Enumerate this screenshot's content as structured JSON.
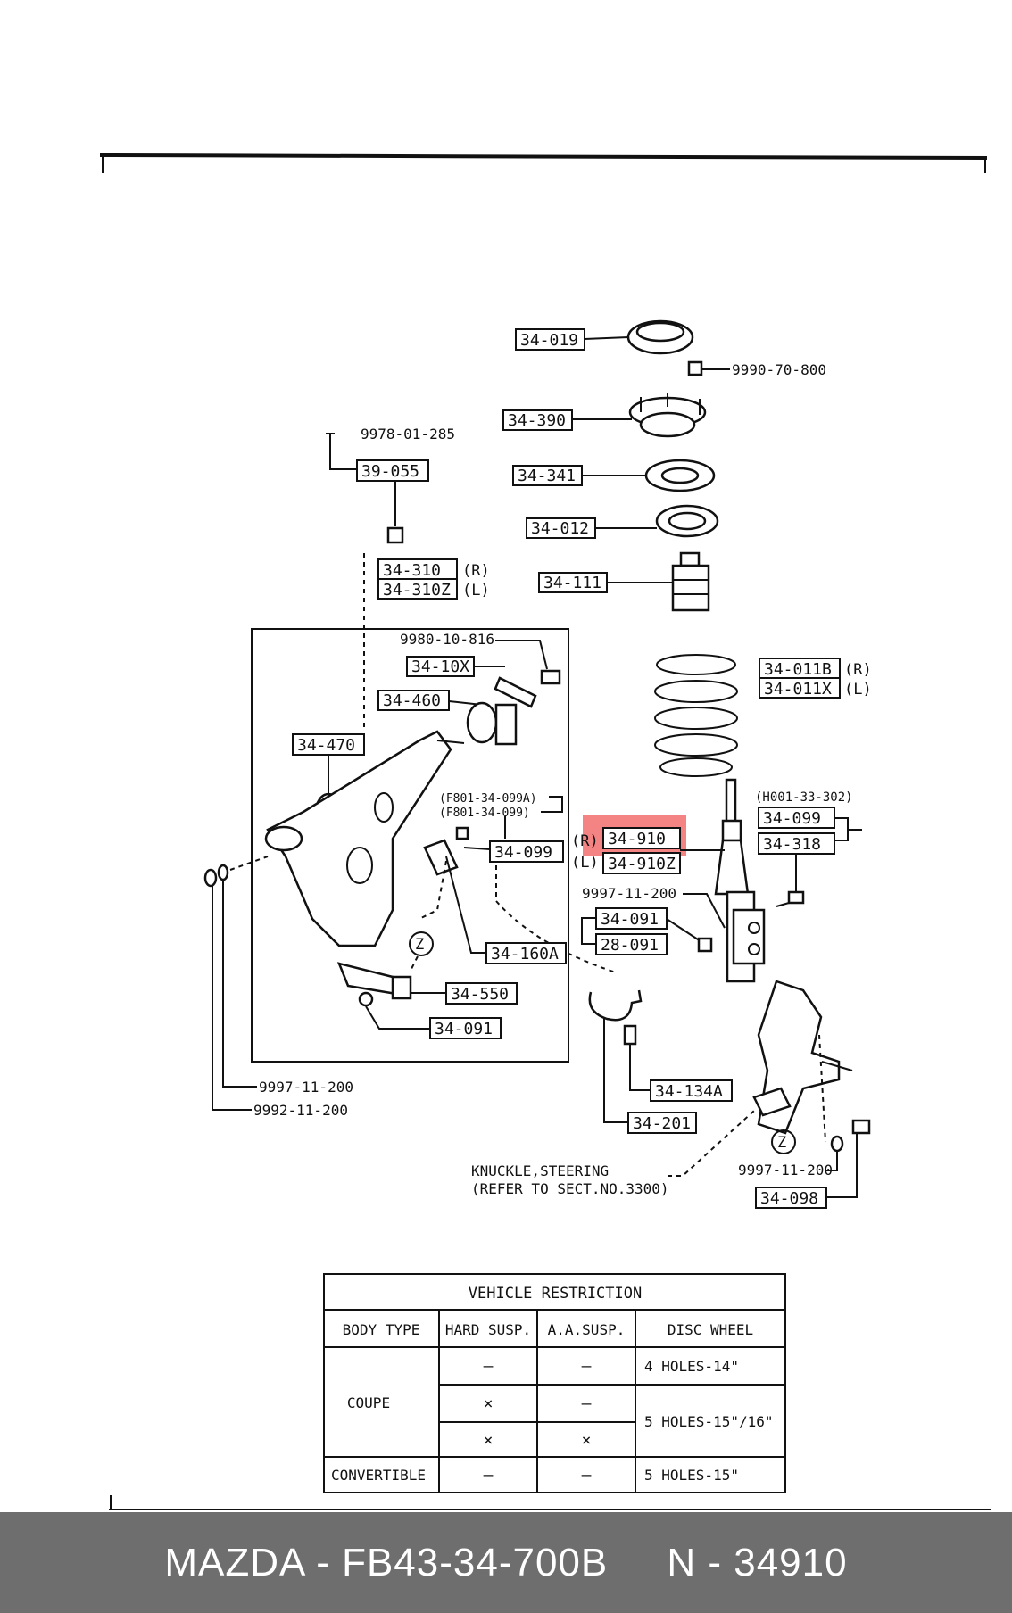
{
  "diagram": {
    "labels": {
      "p34019": "34-019",
      "p9990": "9990-70-800",
      "p34390": "34-390",
      "p34341": "34-341",
      "p34012": "34-012",
      "p34111": "34-111",
      "p9978": "9978-01-285",
      "p39055": "39-055",
      "p34310": "34-310",
      "p34310z": "34-310Z",
      "p34310_r": "(R)",
      "p34310_l": "(L)",
      "p9980": "9980-10-816",
      "p3410x": "34-10X",
      "p34460": "34-460",
      "p34470": "34-470",
      "p34011b": "34-011B",
      "p34011x": "34-011X",
      "p34011_r": "(R)",
      "p34011_l": "(L)",
      "pH001": "(H001-33-302)",
      "p34099r": "34-099",
      "p34318": "34-318",
      "pF801a": "(F801-34-099A)",
      "pF801b": "(F801-34-099)",
      "p34099l": "34-099",
      "p34910_r": "(R)",
      "p34910": "34-910",
      "p34910_l": "(L)",
      "p34910z": "34-910Z",
      "p9997a": "9997-11-200",
      "p34091a": "34-091",
      "p28091": "28-091",
      "p34160a": "34-160A",
      "p34550": "34-550",
      "p34091b": "34-091",
      "pZ1": "Z",
      "pZ2": "Z",
      "p34134a": "34-134A",
      "p34201": "34-201",
      "p9997b": "9997-11-200",
      "p9992": "9992-11-200",
      "knuckle1": "KNUCKLE,STEERING",
      "knuckle2": "(REFER TO SECT.NO.3300)",
      "p9997c": "9997-11-200",
      "p34098": "34-098"
    },
    "highlight_color": "#f26d6d"
  },
  "table": {
    "title": "VEHICLE  RESTRICTION",
    "headers": [
      "BODY TYPE",
      "HARD SUSP.",
      "A.A.SUSP.",
      "DISC WHEEL"
    ],
    "rows": [
      {
        "body": "COUPE",
        "hard": "–",
        "aa": "–",
        "wheel": "4 HOLES-14\""
      },
      {
        "body": "",
        "hard": "×",
        "aa": "–",
        "wheel": "5 HOLES-15\"/16\""
      },
      {
        "body": "",
        "hard": "×",
        "aa": "×",
        "wheel": ""
      },
      {
        "body": "CONVERTIBLE",
        "hard": "–",
        "aa": "–",
        "wheel": "5 HOLES-15\""
      }
    ]
  },
  "footer": {
    "text": "MAZDA - FB43-34-700B     N - 34910"
  }
}
